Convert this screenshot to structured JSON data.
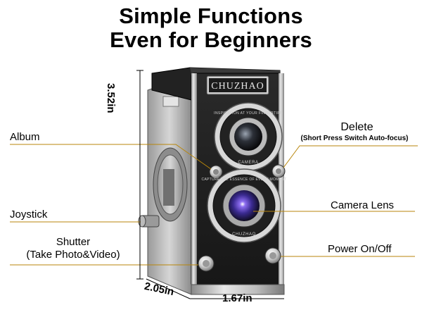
{
  "headline": {
    "line1": "Simple Functions",
    "line2": "Even for Beginners"
  },
  "brand": "CHUZHAO",
  "lens_ring_top": "INSPIRATION AT YOUR FINGERTIPS",
  "lens_ring_top_bottom": "CAMERA",
  "lens_ring_bottom": "CAPTURE THE ESSENCE OF EVERY MOMENT",
  "lens_ring_bottom_bottom": "CHUZHAO",
  "callouts": {
    "album": "Album",
    "joystick": "Joystick",
    "shutter_line1": "Shutter",
    "shutter_line2": "(Take Photo&Video)",
    "delete": "Delete",
    "delete_sub": "(Short Press Switch Auto-focus)",
    "camera_lens": "Camera Lens",
    "power": "Power On/Off"
  },
  "dimensions": {
    "height": "3.52in",
    "depth": "2.05in",
    "width": "1.67in"
  },
  "colors": {
    "callout_line": "#b8860b",
    "body": "#1c1c1c",
    "chrome": "#c9c9c9",
    "lens_glass": "#5a3fbf"
  }
}
